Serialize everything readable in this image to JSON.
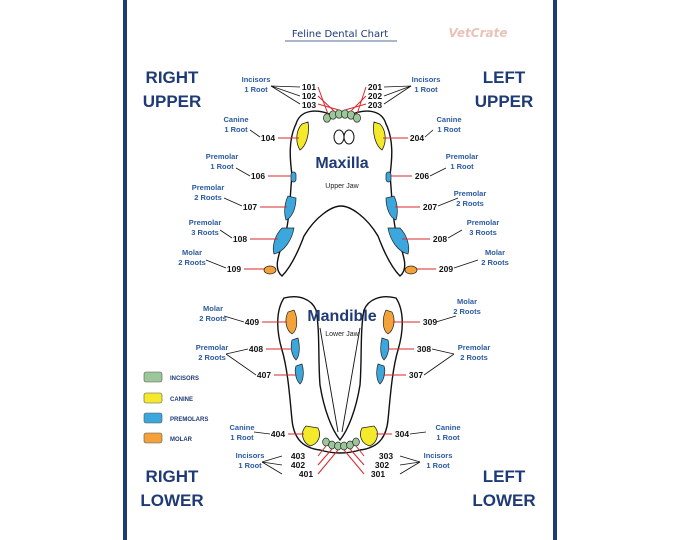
{
  "header": {
    "title": "Feline Dental Chart",
    "brand": "VetCrate"
  },
  "quadrants": {
    "right_upper": [
      "RIGHT",
      "UPPER"
    ],
    "left_upper": [
      "LEFT",
      "UPPER"
    ],
    "right_lower": [
      "RIGHT",
      "LOWER"
    ],
    "left_lower": [
      "LEFT",
      "LOWER"
    ]
  },
  "jaws": {
    "maxilla": {
      "name": "Maxilla",
      "sub": "Upper Jaw"
    },
    "mandible": {
      "name": "Mandible",
      "sub": "Lower Jaw"
    }
  },
  "labels": {
    "incisors_1_root": [
      "Incisors",
      "1 Root"
    ],
    "canine_1_root": [
      "Canine",
      "1 Root"
    ],
    "premolar_1_root": [
      "Premolar",
      "1 Root"
    ],
    "premolar_2_roots": [
      "Premolar",
      "2 Roots"
    ],
    "premolar_3_roots": [
      "Premolar",
      "3 Roots"
    ],
    "molar_2_roots": [
      "Molar",
      "2 Roots"
    ]
  },
  "teeth": {
    "upper_right_incisors": [
      "101",
      "102",
      "103"
    ],
    "upper_left_incisors": [
      "201",
      "202",
      "203"
    ],
    "t104": "104",
    "t106": "106",
    "t107": "107",
    "t108": "108",
    "t109": "109",
    "t204": "204",
    "t206": "206",
    "t207": "207",
    "t208": "208",
    "t209": "209",
    "t409": "409",
    "t408": "408",
    "t407": "407",
    "t404": "404",
    "t309": "309",
    "t308": "308",
    "t307": "307",
    "t304": "304",
    "lower_right_incisors": [
      "403",
      "402",
      "401"
    ],
    "lower_left_incisors": [
      "303",
      "302",
      "301"
    ]
  },
  "legend": [
    {
      "label": "INCISORS",
      "color": "#9cc79a"
    },
    {
      "label": "CANINE",
      "color": "#f5ea2a"
    },
    {
      "label": "PREMOLARS",
      "color": "#3ba7dc"
    },
    {
      "label": "MOLAR",
      "color": "#f3a23a"
    }
  ],
  "colors": {
    "frame": "#1f3b76",
    "leader": "#d9272e",
    "incisor": "#9cc79a",
    "canine": "#f5ea2a",
    "premolar": "#3ba7dc",
    "molar": "#f3a23a"
  }
}
